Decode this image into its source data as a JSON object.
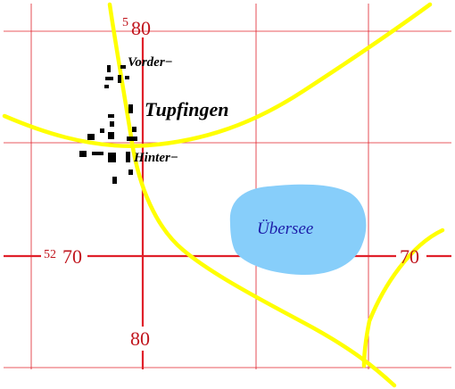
{
  "labels": {
    "town": "Tupfingen",
    "vorder": "Vorder−",
    "hinter": "Hinter−",
    "lake": "Übersee"
  },
  "coords": {
    "top_prefix": "5",
    "top_value": "80",
    "bottom_value": "80",
    "left_prefix": "52",
    "left_value": "70",
    "right_value": "70"
  },
  "colors": {
    "grid": "#e0202a",
    "road": "#ffff00",
    "lake": "#87cefa",
    "buildings": "#000000"
  }
}
